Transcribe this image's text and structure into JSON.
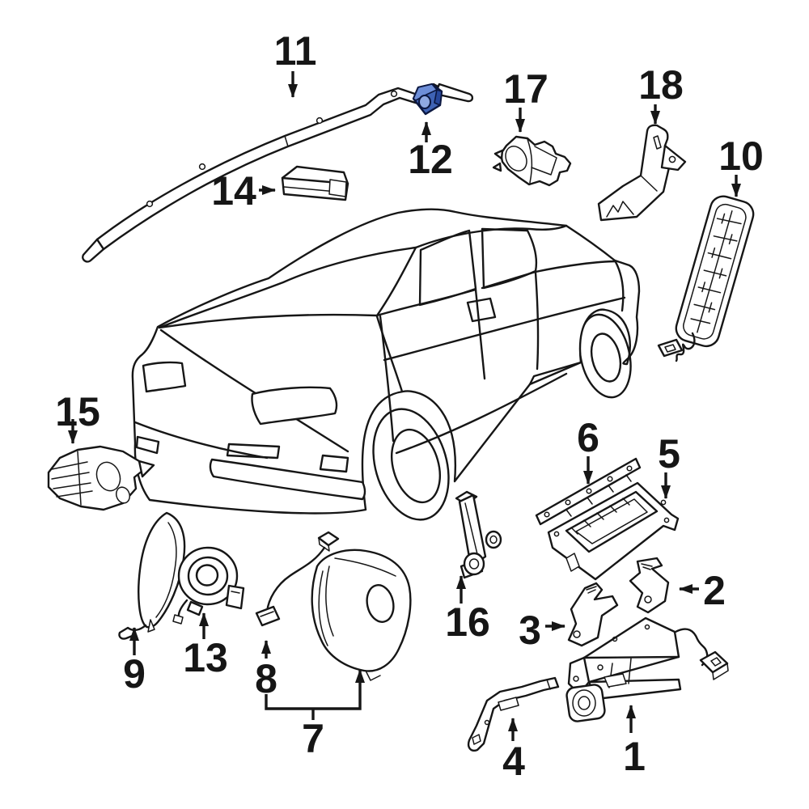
{
  "canvas": {
    "background_color": "#ffffff",
    "ink_color": "#161616"
  },
  "highlight": {
    "highlighted_callout": "12",
    "face_color": "#3f63b5",
    "top_color": "#6d8ed8",
    "side_color": "#27479b",
    "hole_color": "#8fa9e2"
  },
  "callouts": [
    {
      "id": "1",
      "label": "1"
    },
    {
      "id": "2",
      "label": "2"
    },
    {
      "id": "3",
      "label": "3"
    },
    {
      "id": "4",
      "label": "4"
    },
    {
      "id": "5",
      "label": "5"
    },
    {
      "id": "6",
      "label": "6"
    },
    {
      "id": "7",
      "label": "7"
    },
    {
      "id": "8",
      "label": "8"
    },
    {
      "id": "9",
      "label": "9"
    },
    {
      "id": "10",
      "label": "10"
    },
    {
      "id": "11",
      "label": "11"
    },
    {
      "id": "12",
      "label": "12"
    },
    {
      "id": "13",
      "label": "13"
    },
    {
      "id": "14",
      "label": "14"
    },
    {
      "id": "15",
      "label": "15"
    },
    {
      "id": "16",
      "label": "16"
    },
    {
      "id": "17",
      "label": "17"
    },
    {
      "id": "18",
      "label": "18"
    }
  ]
}
